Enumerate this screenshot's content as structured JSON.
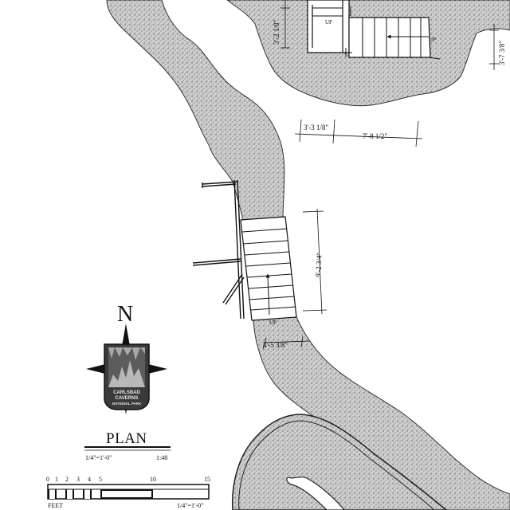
{
  "drawing": {
    "view_title": "PLAN",
    "scale_label": "1/4\"=1'-0\"",
    "ratio_label": "1:48",
    "north_label": "N"
  },
  "dimensions": {
    "top_stair_height": "3'-2 1/8\"",
    "right_stair_height": "3'-7 3/8\"",
    "landing_width": "3'-3 1/8\"",
    "stair_run": "7'-8 1/2\"",
    "main_stair_length": "9'-2 3/4\"",
    "main_stair_width": "4'-5 3/8\""
  },
  "labels": {
    "up_top_left": "UP",
    "up_top_right": "UP",
    "up_main": "UP"
  },
  "scale_bar": {
    "ticks": [
      "0",
      "1",
      "2",
      "3",
      "4",
      "5",
      "10",
      "15"
    ],
    "unit_label": "FEET",
    "scale_label": "1/4\"=1'-0\""
  },
  "logo": {
    "line1": "CARLSBAD",
    "line2": "CAVERNS",
    "line3": "NATIONAL PARK"
  }
}
